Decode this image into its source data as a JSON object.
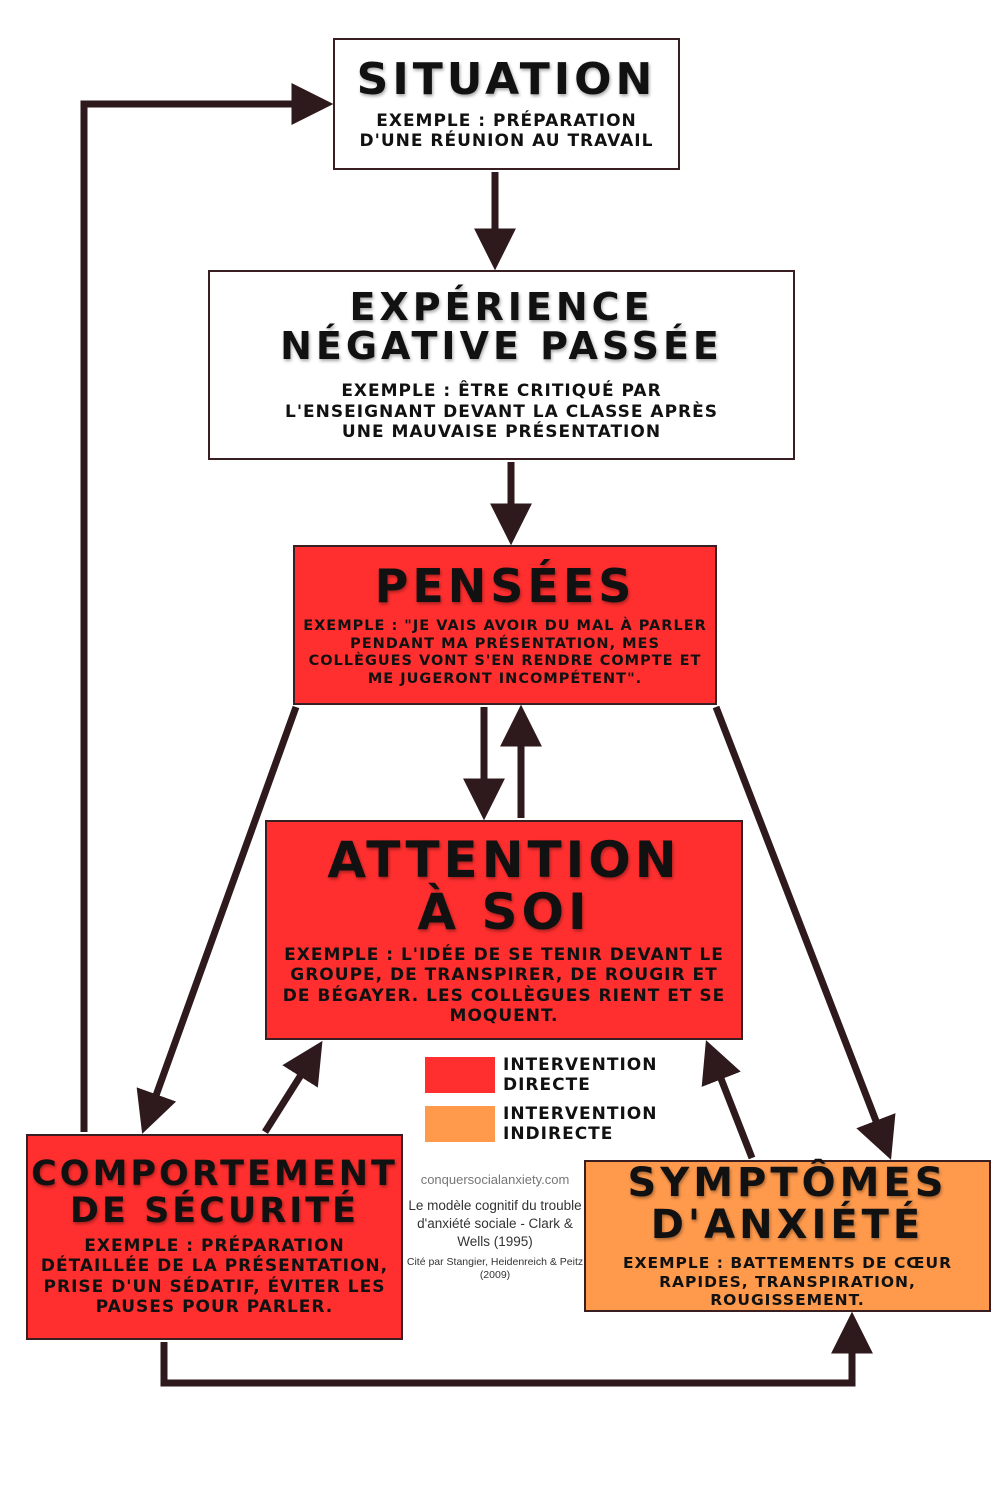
{
  "diagram": {
    "nodes": {
      "situation": {
        "title": "SITUATION",
        "example": "EXEMPLE : PRÉPARATION D'UNE RÉUNION AU TRAVAIL",
        "fill": "#ffffff"
      },
      "experience": {
        "title": "EXPÉRIENCE NÉGATIVE PASSÉE",
        "example": "EXEMPLE : ÊTRE CRITIQUÉ PAR L'ENSEIGNANT DEVANT LA CLASSE APRÈS UNE MAUVAISE PRÉSENTATION",
        "fill": "#ffffff"
      },
      "pensees": {
        "title": "PENSÉES",
        "example": "EXEMPLE : \"JE VAIS AVOIR DU MAL À PARLER PENDANT MA PRÉSENTATION, MES COLLÈGUES VONT S'EN RENDRE COMPTE ET ME JUGERONT INCOMPÉTENT\".",
        "fill": "#ff2f2f"
      },
      "attention": {
        "title_line1": "ATTENTION",
        "title_line2": "À SOI",
        "example": "EXEMPLE : L'IDÉE DE SE TENIR DEVANT LE GROUPE, DE TRANSPIRER, DE ROUGIR ET DE BÉGAYER. LES COLLÈGUES RIENT ET SE MOQUENT.",
        "fill": "#ff2f2f"
      },
      "comportement": {
        "title_line1": "COMPORTEMENT",
        "title_line2": "DE SÉCURITÉ",
        "example": "EXEMPLE : PRÉPARATION DÉTAILLÉE DE LA PRÉSENTATION, PRISE D'UN SÉDATIF, ÉVITER LES PAUSES POUR PARLER.",
        "fill": "#ff2f2f"
      },
      "symptomes": {
        "title_line1": "SYMPTÔMES",
        "title_line2": "D'ANXIÉTÉ",
        "example": "EXEMPLE : BATTEMENTS DE CŒUR RAPIDES, TRANSPIRATION, ROUGISSEMENT.",
        "fill": "#ff9a4d"
      }
    },
    "edges": [
      {
        "from": "situation",
        "to": "experience"
      },
      {
        "from": "experience",
        "to": "pensees"
      },
      {
        "from": "pensees",
        "to": "attention"
      },
      {
        "from": "attention",
        "to": "pensees"
      },
      {
        "from": "pensees",
        "to": "comportement"
      },
      {
        "from": "pensees",
        "to": "symptomes"
      },
      {
        "from": "comportement",
        "to": "attention"
      },
      {
        "from": "symptomes",
        "to": "attention"
      },
      {
        "from": "comportement",
        "to": "symptomes"
      },
      {
        "from": "comportement",
        "to": "situation"
      }
    ],
    "arrow_color": "#2e1a1d"
  },
  "legend": {
    "direct": {
      "label": "INTERVENTION DIRECTE",
      "color": "#ff2f2f"
    },
    "indirect": {
      "label": "INTERVENTION INDIRECTE",
      "color": "#ff9a4d"
    }
  },
  "credits": {
    "site": "conquersocialanxiety.com",
    "model": "Le modèle cognitif du trouble d'anxiété sociale - Clark & Wells (1995)",
    "cite": "Cité par Stangier, Heidenreich & Peitz (2009)"
  }
}
